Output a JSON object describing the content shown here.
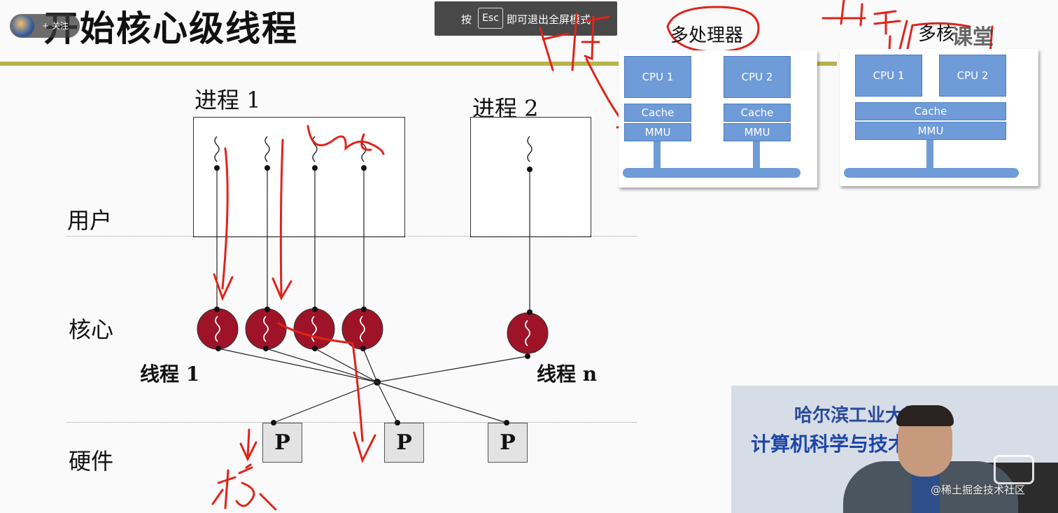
{
  "slide": {
    "title": "开始核心级线程",
    "process1_label": "进程 1",
    "process2_label": "进程 2",
    "layer_user": "用户",
    "layer_kernel": "核心",
    "layer_hardware": "硬件",
    "thread1_label": "线程 1",
    "threadn_label": "线程 n",
    "processor_labels": [
      "P",
      "P",
      "P"
    ]
  },
  "overlay": {
    "follow_label": "+ 关注",
    "fullscreen_prefix": "按",
    "fullscreen_key": "Esc",
    "fullscreen_suffix": "即可退出全屏模式"
  },
  "diagram_multiprocessor": {
    "caption": "多处理器",
    "cpu1": "CPU 1",
    "cpu2": "CPU 2",
    "cache": "Cache",
    "mmu": "MMU"
  },
  "diagram_multicore": {
    "caption": "多核",
    "cpu1": "CPU 1",
    "cpu2": "CPU 2",
    "cache": "Cache",
    "mmu": "MMU",
    "logo": "课堂"
  },
  "annotations": {
    "bottom_note": "核"
  },
  "video": {
    "banner_top": "哈尔滨工业大学",
    "banner_main": "计算机科学与技术学院"
  },
  "watermark": "@稀土掘金技术社区",
  "colors": {
    "accent_rule": "#b9b34a",
    "thread_circle": "#9e1328",
    "cpu_block": "#6f9bd8",
    "annotation_red": "#e0231b"
  }
}
